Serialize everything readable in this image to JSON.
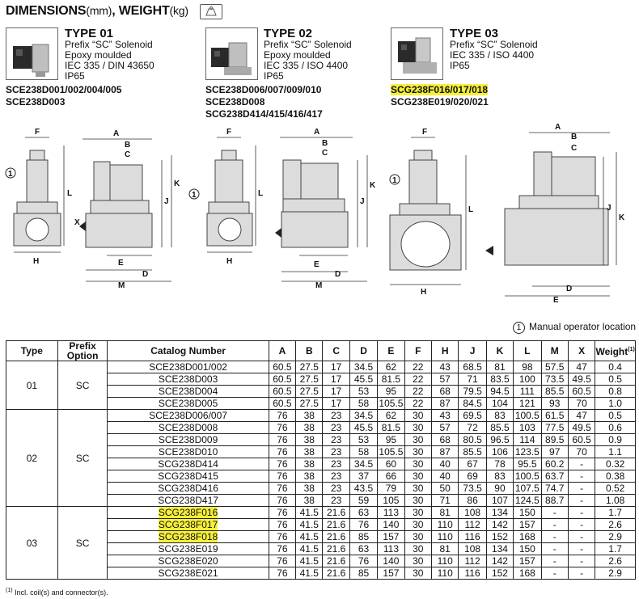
{
  "header": {
    "title": "DIMENSIONS",
    "unit1": "(mm)",
    "sep": ", ",
    "title2": "WEIGHT",
    "unit2": "(kg)"
  },
  "types": [
    {
      "title": "TYPE 01",
      "lines": [
        "Prefix “SC” Solenoid",
        "Epoxy moulded",
        "IEC 335 / DIN 43650",
        "IP65"
      ],
      "parts": [
        "SCE238D001/002/004/005",
        "SCE238D003"
      ]
    },
    {
      "title": "TYPE 02",
      "lines": [
        "Prefix “SC” Solenoid",
        "Epoxy moulded",
        "IEC 335 / ISO 4400",
        "IP65"
      ],
      "parts": [
        "SCE238D006/007/009/010",
        "SCE238D008",
        "SCG238D414/415/416/417"
      ]
    },
    {
      "title": "TYPE 03",
      "lines": [
        "Prefix “SC” Solenoid",
        "IEC 335 / ISO 4400",
        "IP65"
      ],
      "parts": [
        "SCG238F016/017/018",
        "SCG238E019/020/021"
      ]
    }
  ],
  "drawing_labels": {
    "d1": [
      "F",
      "L",
      "H"
    ],
    "d2": [
      "A",
      "B",
      "C",
      "J",
      "K",
      "X",
      "E",
      "D",
      "M"
    ],
    "d3": [
      "F",
      "L",
      "H"
    ],
    "d4": [
      "A",
      "B",
      "C",
      "J",
      "K",
      "E",
      "D",
      "M"
    ],
    "d5": [
      "F",
      "L",
      "H"
    ],
    "d6": [
      "A",
      "B",
      "C",
      "J",
      "K",
      "D",
      "E"
    ],
    "marker": "1"
  },
  "legend": {
    "num": "1",
    "text": "Manual operator location"
  },
  "table": {
    "headers": [
      "Type",
      "Prefix Option",
      "Catalog Number",
      "A",
      "B",
      "C",
      "D",
      "E",
      "F",
      "H",
      "J",
      "K",
      "L",
      "M",
      "X",
      "Weight"
    ],
    "weight_sup": "(1)",
    "groups": [
      {
        "type": "01",
        "prefix": "SC",
        "rows": [
          [
            "SCE238D001/002",
            "60.5",
            "27.5",
            "17",
            "34.5",
            "62",
            "22",
            "43",
            "68.5",
            "81",
            "98",
            "57.5",
            "47",
            "0.4"
          ],
          [
            "SCE238D003",
            "60.5",
            "27.5",
            "17",
            "45.5",
            "81.5",
            "22",
            "57",
            "71",
            "83.5",
            "100",
            "73.5",
            "49.5",
            "0.5"
          ],
          [
            "SCE238D004",
            "60.5",
            "27.5",
            "17",
            "53",
            "95",
            "22",
            "68",
            "79.5",
            "94.5",
            "111",
            "85.5",
            "60.5",
            "0.8"
          ],
          [
            "SCE238D005",
            "60.5",
            "27.5",
            "17",
            "58",
            "105.5",
            "22",
            "87",
            "84.5",
            "104",
            "121",
            "93",
            "70",
            "1.0"
          ]
        ]
      },
      {
        "type": "02",
        "prefix": "SC",
        "rows": [
          [
            "SCE238D006/007",
            "76",
            "38",
            "23",
            "34.5",
            "62",
            "30",
            "43",
            "69.5",
            "83",
            "100.5",
            "61.5",
            "47",
            "0.5"
          ],
          [
            "SCE238D008",
            "76",
            "38",
            "23",
            "45.5",
            "81.5",
            "30",
            "57",
            "72",
            "85.5",
            "103",
            "77.5",
            "49.5",
            "0.6"
          ],
          [
            "SCE238D009",
            "76",
            "38",
            "23",
            "53",
            "95",
            "30",
            "68",
            "80.5",
            "96.5",
            "114",
            "89.5",
            "60.5",
            "0.9"
          ],
          [
            "SCE238D010",
            "76",
            "38",
            "23",
            "58",
            "105.5",
            "30",
            "87",
            "85.5",
            "106",
            "123.5",
            "97",
            "70",
            "1.1"
          ],
          [
            "SCG238D414",
            "76",
            "38",
            "23",
            "34.5",
            "60",
            "30",
            "40",
            "67",
            "78",
            "95.5",
            "60.2",
            "-",
            "0.32"
          ],
          [
            "SCG238D415",
            "76",
            "38",
            "23",
            "37",
            "66",
            "30",
            "40",
            "69",
            "83",
            "100.5",
            "63.7",
            "-",
            "0.38"
          ],
          [
            "SCG238D416",
            "76",
            "38",
            "23",
            "43.5",
            "79",
            "30",
            "50",
            "73.5",
            "90",
            "107.5",
            "74.7",
            "-",
            "0.52"
          ],
          [
            "SCG238D417",
            "76",
            "38",
            "23",
            "59",
            "105",
            "30",
            "71",
            "86",
            "107",
            "124.5",
            "88.7",
            "-",
            "1.08"
          ]
        ]
      },
      {
        "type": "03",
        "prefix": "SC",
        "rows": [
          [
            "SCG238F016",
            "76",
            "41.5",
            "21.6",
            "63",
            "113",
            "30",
            "81",
            "108",
            "134",
            "150",
            "-",
            "-",
            "1.7"
          ],
          [
            "SCG238F017",
            "76",
            "41.5",
            "21.6",
            "76",
            "140",
            "30",
            "110",
            "112",
            "142",
            "157",
            "-",
            "-",
            "2.6"
          ],
          [
            "SCG238F018",
            "76",
            "41.5",
            "21.6",
            "85",
            "157",
            "30",
            "110",
            "116",
            "152",
            "168",
            "-",
            "-",
            "2.9"
          ],
          [
            "SCG238E019",
            "76",
            "41.5",
            "21.6",
            "63",
            "113",
            "30",
            "81",
            "108",
            "134",
            "150",
            "-",
            "-",
            "1.7"
          ],
          [
            "SCG238E020",
            "76",
            "41.5",
            "21.6",
            "76",
            "140",
            "30",
            "110",
            "112",
            "142",
            "157",
            "-",
            "-",
            "2.6"
          ],
          [
            "SCG238E021",
            "76",
            "41.5",
            "21.6",
            "85",
            "157",
            "30",
            "110",
            "116",
            "152",
            "168",
            "-",
            "-",
            "2.9"
          ]
        ]
      }
    ]
  },
  "footnote": {
    "sup": "(1)",
    "text": " Incl. coil(s) and connector(s)."
  },
  "colors": {
    "highlight": "#f6ef3a"
  }
}
